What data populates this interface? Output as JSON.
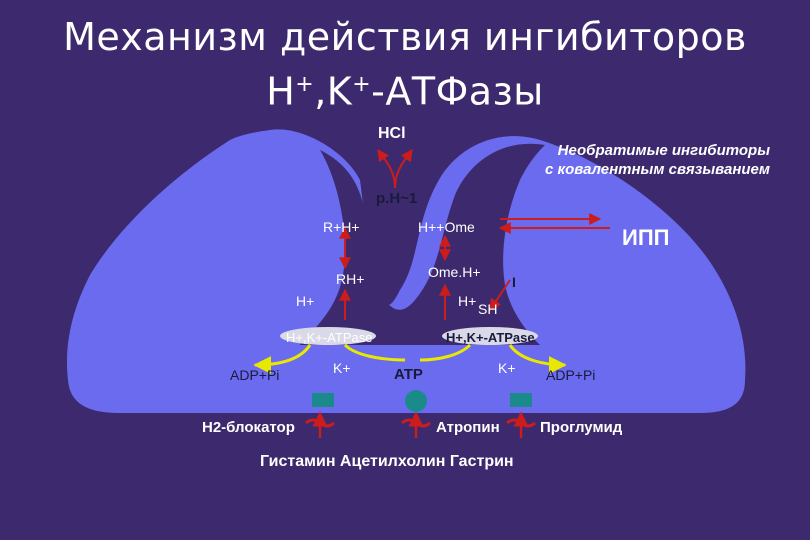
{
  "title": {
    "line1": "Механизм действия ингибиторов",
    "line2_a": "H",
    "line2_sup1": "+",
    "line2_b": ",K",
    "line2_sup2": "+",
    "line2_c": "-АТФазы"
  },
  "labels": {
    "hcl": "HCl",
    "ph": "p.H~1",
    "r_h": "R+H+",
    "h_ome": "H++Ome",
    "ipp": "ИПП",
    "rh": "RH+",
    "ome_h": "Ome.H+",
    "i_mark": "I",
    "h_left": "H+",
    "h_right": "H+",
    "sh": "SH",
    "atpase_left": "H+,K+-ATPase",
    "atpase_right": "H+,K+-ATPase",
    "k_left": "K+",
    "k_right": "K+",
    "atp": "ATP",
    "adp_left": "ADP+Pi",
    "adp_right": "ADP+Pi",
    "h2_blocker": "H2-блокатор",
    "atropine": "Атропин",
    "proglumide": "Проглумид",
    "mediators": "Гистамин Ацетилхолин Гастрин",
    "irreversible_line1": "Необратимые ингибиторы",
    "irreversible_line2": "с ковалентным связыванием"
  },
  "colors": {
    "background": "#3d2a6e",
    "cell": "#6b6bef",
    "arrow_red": "#cc1c1c",
    "arrow_yellow": "#e8e800",
    "receptor": "#1a8a8a"
  }
}
